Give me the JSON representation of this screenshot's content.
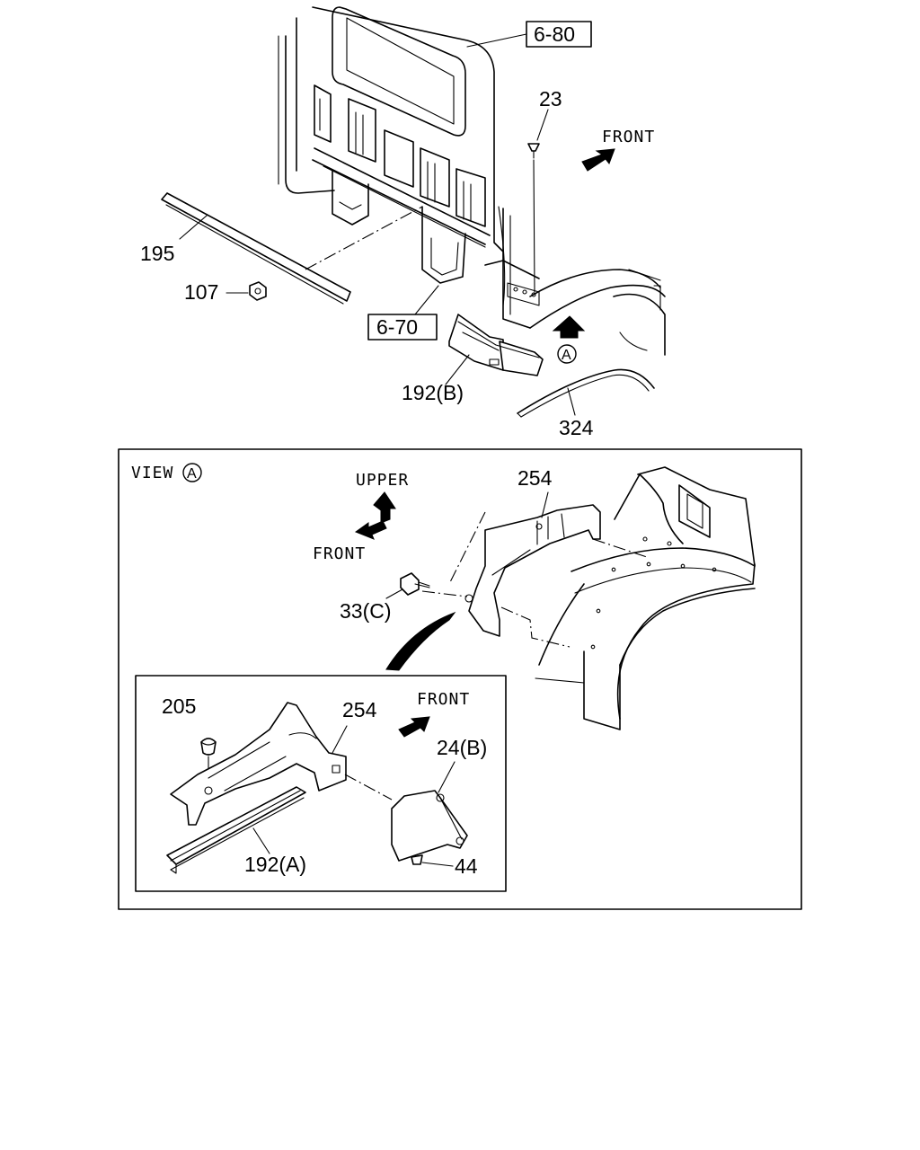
{
  "labels": {
    "ref_6_80": "6-80",
    "ref_6_70": "6-70",
    "p23": "23",
    "p195": "195",
    "p107": "107",
    "p192b": "192(B)",
    "p324": "324",
    "p254_view": "254",
    "p33c": "33(C)",
    "p205": "205",
    "p254_inset": "254",
    "p24b": "24(B)",
    "p192a": "192(A)",
    "p44": "44"
  },
  "directions": {
    "front_top": "FRONT",
    "upper": "UPPER",
    "front_view": "FRONT",
    "front_inset": "FRONT"
  },
  "view": {
    "word": "VIEW",
    "marker": "A"
  },
  "marker_a": "A"
}
